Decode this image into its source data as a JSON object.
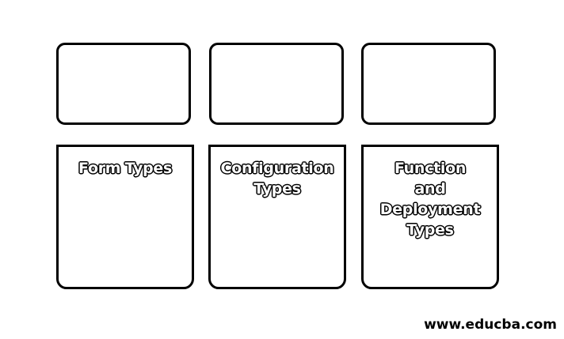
{
  "diagram": {
    "top_row": [
      {
        "label": ""
      },
      {
        "label": ""
      },
      {
        "label": ""
      }
    ],
    "bottom_row": [
      {
        "label": "Form Types"
      },
      {
        "label": "Configuration Types"
      },
      {
        "label": "Function and Deployment Types"
      }
    ]
  },
  "watermark": {
    "text": "www.educba.com"
  },
  "colors": {
    "border": "#000000",
    "background": "#ffffff",
    "label_fill": "#ffffff",
    "label_outline": "#000000"
  }
}
